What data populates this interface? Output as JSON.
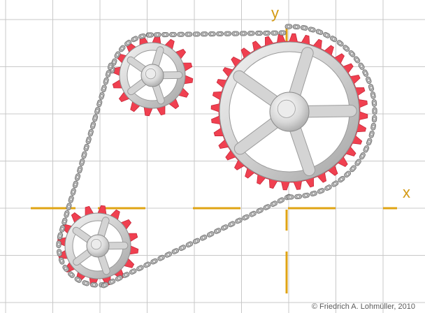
{
  "axes": {
    "x_label": "x",
    "y_label": "y",
    "color": "#e0a414"
  },
  "colors": {
    "background": "#ffffff",
    "grid": "#c8c8c8",
    "sprocket_teeth": "#f04050",
    "wheel_metal": "#d4d4d4",
    "chain": "#9a9a9a"
  },
  "sprockets": [
    {
      "name": "small-top-left-sprocket",
      "teeth": 16,
      "spokes": 5
    },
    {
      "name": "large-right-sprocket",
      "teeth": 36,
      "spokes": 5
    },
    {
      "name": "small-bottom-left-sprocket",
      "teeth": 16,
      "spokes": 5
    }
  ],
  "chain": {
    "name": "roller-chain"
  },
  "credit": "© Friedrich A. Lohmüller, 2010"
}
